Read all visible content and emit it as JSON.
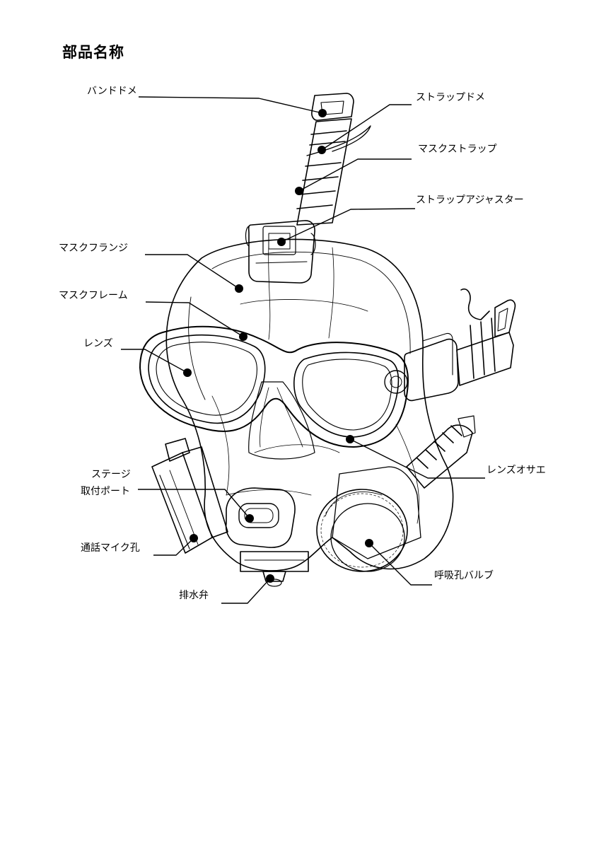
{
  "title": "部品名称",
  "labels": {
    "band_stopper": "バンドドメ",
    "strap_stopper": "ストラップドメ",
    "mask_strap": "マスクストラップ",
    "strap_adjuster": "ストラップアジャスター",
    "mask_flange": "マスクフランジ",
    "mask_frame": "マスクフレーム",
    "lens": "レンズ",
    "stage_mount_port_line1": "ステージ",
    "stage_mount_port_line2": "取付ポート",
    "comm_mic_hole": "通話マイク孔",
    "drain_valve": "排水弁",
    "lens_retainer": "レンズオサエ",
    "breathing_valve": "呼吸孔バルブ"
  }
}
